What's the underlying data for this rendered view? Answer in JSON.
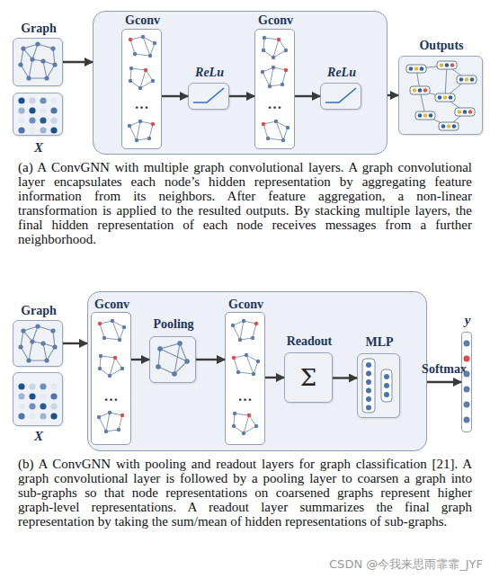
{
  "diagram": {
    "nodes": [
      {
        "text": [
          "Graph"
        ]
      },
      {
        "text": [
          "X"
        ]
      },
      {
        "text": []
      },
      {
        "text": [
          "Gconv",
          "…"
        ],
        "in": 2
      },
      {
        "text": [
          "ReLu"
        ],
        "in": 2
      },
      {
        "text": [
          "Gconv",
          "…"
        ],
        "in": 2
      },
      {
        "text": [
          "ReLu"
        ],
        "in": 2
      },
      {
        "text": [
          "Outputs"
        ]
      },
      {
        "text": [
          "Graph"
        ]
      },
      {
        "text": [
          "X"
        ]
      },
      {
        "text": []
      },
      {
        "text": [
          "Gconv",
          "…"
        ],
        "in": 10
      },
      {
        "text": [
          "Pooling"
        ],
        "in": 10
      },
      {
        "text": [
          "Gconv",
          "…"
        ],
        "in": 10
      },
      {
        "text": [
          "Readout",
          "Σ"
        ],
        "in": 10
      },
      {
        "text": [
          "MLP"
        ],
        "in": 10
      },
      {
        "text": [
          "y"
        ]
      }
    ],
    "edges": [
      {
        "from": 0,
        "to": 2,
        "arrow": "to"
      },
      {
        "from": 3,
        "to": 4,
        "arrow": "to"
      },
      {
        "from": 4,
        "to": 5,
        "arrow": "to"
      },
      {
        "from": 5,
        "to": 6,
        "arrow": "to"
      },
      {
        "from": 2,
        "to": 7,
        "arrow": "to"
      },
      {
        "from": 8,
        "to": 10,
        "arrow": "to"
      },
      {
        "from": 11,
        "to": 12,
        "arrow": "to"
      },
      {
        "from": 12,
        "to": 13,
        "arrow": "to"
      },
      {
        "from": 13,
        "to": 14,
        "arrow": "to"
      },
      {
        "from": 14,
        "to": 15,
        "arrow": "to"
      },
      {
        "from": 10,
        "to": 16,
        "label": "Softmax",
        "arrow": "to"
      }
    ],
    "labels": [
      "(a) A ConvGNN with multiple graph convolutional layers. A graph convolutional layer encapsulates each node’s hidden representation by aggregating feature information from its neighbors. After feature aggregation, a non-linear transformation is applied to the resulted outputs. By stacking multiple layers, the final hidden representation of each node receives messages from a further neighborhood.",
      "(b) A ConvGNN with pooling and readout layers for graph classification [21]. A graph convolutional layer is followed by a pooling layer to coarsen a graph into sub-graphs so that node representations on coarsened graphs represent higher graph-level representations. A readout layer summarizes the final graph representation by taking the sum/mean of hidden representations of sub-graphs.",
      "CSDN @今我来思雨霏霏_JYF"
    ]
  }
}
